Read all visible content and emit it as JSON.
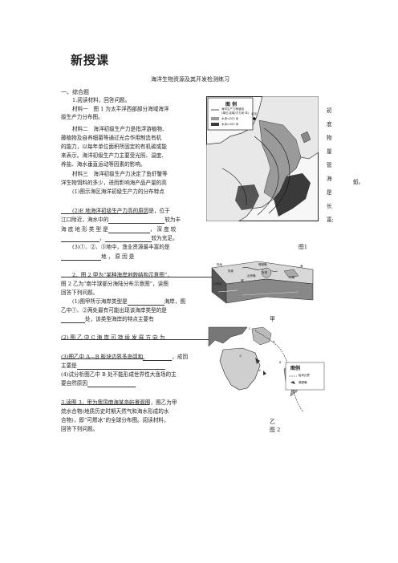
{
  "page": {
    "heading": "新授课",
    "subtitle": "海洋生物资源及其开发检测练习",
    "section": "一、综合题"
  },
  "lines": [
    "1.阅读材料，回答问题。",
    "材料一　图 1 为太平洋西部部分海域海洋",
    "级生产力分布图。",
    "材料二　海洋初级生产力是指浮游植物、",
    "藤植物及自养细菌等通过光合作用制造有机",
    "的能力，以每年单位面积所固定的有机碳或能",
    "来表示。海洋初级生产力主要受光照、温度、",
    "养盐、海水垂直运动等因素的影响。",
    "材料三　海洋初级生产力决定了鱼虾蟹等",
    "洋生物饵料的多少，进而影响海产品产量的高",
    "(1)图示海区海洋初级生产力的分布特点",
    "(2)E 地海洋初级生产力高的原因是，位于",
    "江口附近，海水中的",
    "较为丰",
    "海 底 地 形 类 型 是",
    "， 深 度 较",
    "，",
    "较为充足。",
    "(3)①、②、③地中，渔业资源最丰富的是",
    "地 ， 原 因 是",
    "2．图 2 甲为“某种海岸地貌结构示意图”，",
    "图 2 乙为“南半球部分海陆分布示意图”，读图",
    "回答下列问题。",
    "(1)图甲所示海岸类型是",
    "海岸，图",
    "乙中①、②两处最有可能出现该海岸类型的是",
    "处，该类型海岸的特点主要有",
    "(2) 图 乙 中 C 海 岸 可 持 续 发 展 方 向 为",
    "(3)图乙中 A—B 板块边界多岛弧和",
    "，成因",
    "主要是",
    "(4)试分析图乙中 B 处不能形成世界性大渔场的主",
    "要自然原因",
    "3.读图 3，甲为我国南海某岛屿景观图，图乙为甲",
    "烷水合物(地质历史时期天然气和海水形成的水",
    "合物)，即“可燃冰”的全球分布图。阅读材料，",
    "回答下列问题。"
  ],
  "right_col": [
    "初",
    "底",
    "物",
    "量",
    "管",
    "海",
    "是",
    "长",
    "富;"
  ],
  "right_col2": [
    "蚯。"
  ],
  "map1": {
    "legend_title": "图 例",
    "legend_items": [
      "海洋生产力等值线",
      "(单位:克碳/平方米·年)",
      "水深<200 米",
      "水深>200 米"
    ],
    "city": "北京",
    "caption": "图1"
  },
  "fig2a": {
    "labels": [
      "陆地",
      "陆坡",
      "大陆坡",
      "珊瑚礁",
      "海",
      "外礁",
      "泻湖",
      "近岸礁",
      "潮"
    ],
    "caption": "甲"
  },
  "fig2b": {
    "legend_title": "图例",
    "legend_items": [
      "板块边界",
      "珊瑚礁"
    ],
    "labels": [
      "C",
      "A",
      "B",
      "①",
      "②"
    ],
    "caption": "乙",
    "fig_label": "图 2"
  }
}
